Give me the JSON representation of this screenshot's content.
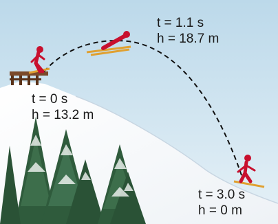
{
  "labels": {
    "start": {
      "time": "t = 0 s",
      "height": "h = 13.2 m"
    },
    "peak": {
      "time": "t = 1.1 s",
      "height": "h = 18.7 m"
    },
    "end": {
      "time": "t = 3.0 s",
      "height": "h = 0 m"
    }
  },
  "colors": {
    "sky_top": "#bcd9ea",
    "sky_bottom": "#e6f1f7",
    "snow": "#ffffff",
    "trajectory": "#111111",
    "jumper_suit": "#c8102e",
    "skis": "#e0a030",
    "tree": "#2f5b3c"
  }
}
